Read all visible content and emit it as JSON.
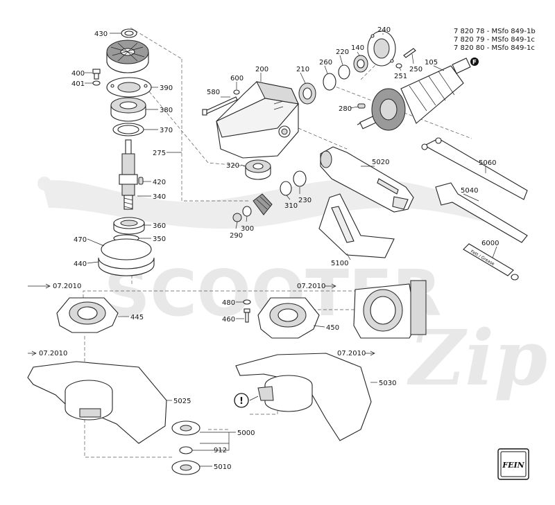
{
  "models": [
    "7 820 78 - MSfo 849-1b",
    "7 820 79 - MSfo 849-1c",
    "7 820 80 - MSfo 849-1c"
  ],
  "badge_letter": "F",
  "watermark": {
    "main": "SCOOTER",
    "script": "Zip"
  },
  "parts": {
    "p430": "430",
    "p400": "400",
    "p401": "401",
    "p390": "390",
    "p380": "380",
    "p370": "370",
    "p275": "275",
    "p420": "420",
    "p340": "340",
    "p360": "360",
    "p470": "470",
    "p350": "350",
    "p440": "440",
    "p580": "580",
    "p600": "600",
    "p200": "200",
    "p210": "210",
    "p260": "260",
    "p220": "220",
    "p140": "140",
    "p240": "240",
    "p251": "251",
    "p250": "250",
    "p105": "105",
    "p280": "280",
    "p320": "320",
    "p310": "310",
    "p230": "230",
    "p300": "300",
    "p290": "290",
    "p5020": "5020",
    "p5100": "5100",
    "p5060": "5060",
    "p5040": "5040",
    "p6000": "6000",
    "p480": "480",
    "p460": "460",
    "p445": "445",
    "p450": "450",
    "p5025": "5025",
    "p5030": "5030",
    "p5000": "5000",
    "p912": "912",
    "p5010": "5010"
  },
  "refs": {
    "r1": "07.2010",
    "r2": "07.2010",
    "r3": "07.2010",
    "r4": "07.2010"
  },
  "grease_label": "Fett / Grease",
  "warning_symbol": "!",
  "logo_text": "FEIN"
}
